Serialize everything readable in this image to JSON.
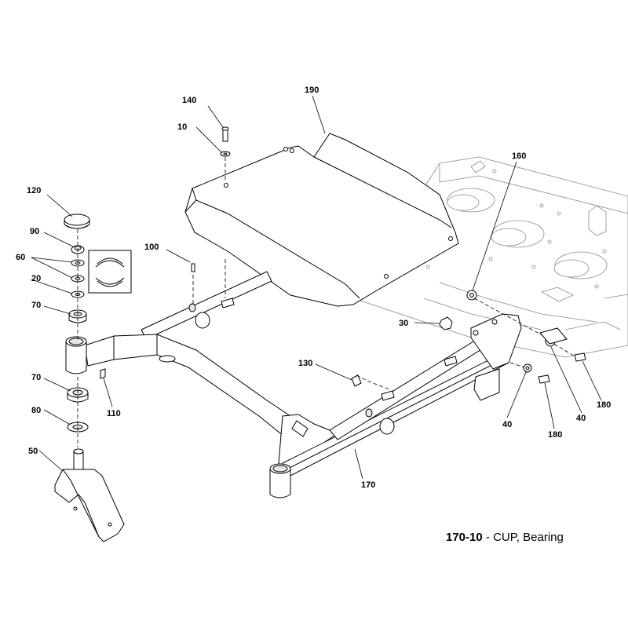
{
  "caption": {
    "code": "170-10",
    "separator": " - ",
    "text": "CUP, Bearing"
  },
  "callouts": {
    "p140": "140",
    "p10": "10",
    "p190": "190",
    "p160": "160",
    "p120": "120",
    "p90": "90",
    "p60": "60",
    "p100": "100",
    "p20": "20",
    "p70a": "70",
    "p30": "30",
    "p130": "130",
    "p70b": "70",
    "p110": "110",
    "p80": "80",
    "p40a": "40",
    "p40b": "40",
    "p180a": "180",
    "p180b": "180",
    "p50": "50",
    "p170": "170"
  }
}
